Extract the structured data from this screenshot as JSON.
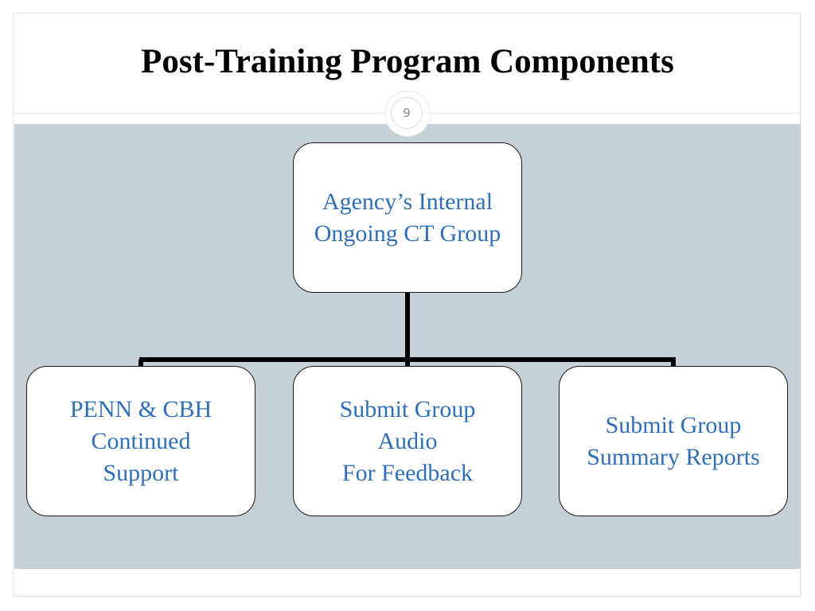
{
  "slide": {
    "title": "Post-Training Program Components",
    "page_number": "9"
  },
  "org_chart": {
    "root": {
      "label": "Agency’s Internal\nOngoing CT Group"
    },
    "children": [
      {
        "label": "PENN & CBH\nContinued\n Support"
      },
      {
        "label": "Submit Group\nAudio\nFor Feedback"
      },
      {
        "label": "Submit Group\nSummary Reports"
      }
    ]
  },
  "colors": {
    "panel_background": "#c5d1d8",
    "node_text": "#2f6fb7",
    "connector": "#000000"
  }
}
